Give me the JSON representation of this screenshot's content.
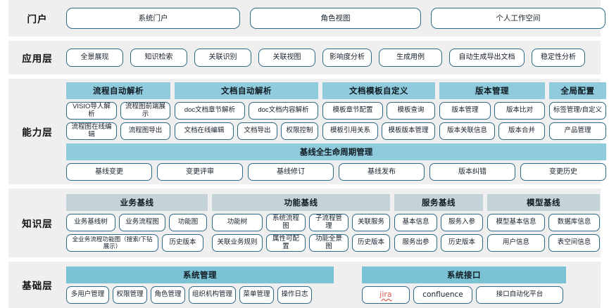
{
  "colors": {
    "band_bg": "#efefef",
    "accent_cyan": "#8fcadd",
    "accent_gray_blue": "#c3d3d8",
    "pill_border": "#2f6b86",
    "jira_red": "#d8584a"
  },
  "layers": {
    "portal": {
      "label": "门户",
      "items": [
        "系统门户",
        "角色视图",
        "个人工作空间"
      ]
    },
    "application": {
      "label": "应用层",
      "items": [
        "全景展现",
        "知识检索",
        "关联识别",
        "关联视图",
        "影响度分析",
        "生成用例",
        "自动生成导出文档",
        "稳定性分析"
      ]
    },
    "capability": {
      "label": "能力层",
      "groups": [
        {
          "title": "流程自动解析",
          "rows": [
            [
              "VISIO导人解析",
              "流程图前端展示"
            ],
            [
              "流程图在线编辑",
              "流程图导出"
            ]
          ]
        },
        {
          "title": "文档自动解析",
          "rows": [
            [
              "doc文档章节解析",
              "doc文档内容解析"
            ],
            [
              "文档在线编辑",
              "文档导出",
              "权限控制"
            ]
          ]
        },
        {
          "title": "文档模板自定义",
          "rows": [
            [
              "模板章节配置",
              "模板查询"
            ],
            [
              "模板引用关系",
              "模板版本管理"
            ]
          ]
        },
        {
          "title": "版本管理",
          "rows": [
            [
              "版本管理",
              "版本比对"
            ],
            [
              "版本关联信息",
              "版本合并"
            ]
          ]
        },
        {
          "title": "全局配置",
          "rows": [
            [
              "标签管理/自定义"
            ],
            [
              "产品管理"
            ]
          ]
        }
      ],
      "baseline": {
        "title": "基线全生命周期管理",
        "items": [
          "基线变更",
          "变更评审",
          "基线修订",
          "基线发布",
          "版本纠错",
          "变更历史"
        ]
      }
    },
    "knowledge": {
      "label": "知识层",
      "groups": [
        {
          "title": "业务基线",
          "rows": [
            [
              "业务基线树",
              "业务流程图",
              "功能图"
            ],
            [
              "全业务流程功能图（搜索/下钻展示）",
              "历史版本"
            ]
          ]
        },
        {
          "title": "功能基线",
          "rows": [
            [
              "功能树",
              "系统流程图",
              "子流程管理",
              "关联服务"
            ],
            [
              "关联业务规则",
              "属性可配置",
              "功能全景图",
              "历史版本"
            ]
          ]
        },
        {
          "title": "服务基线",
          "rows": [
            [
              "基本信息",
              "服务入参"
            ],
            [
              "服务出参",
              "历史版本"
            ]
          ]
        },
        {
          "title": "模型基线",
          "rows": [
            [
              "模型基本信息",
              "数据库信息"
            ],
            [
              "用户信息",
              "表空间信息"
            ]
          ]
        }
      ]
    },
    "infrastructure": {
      "label": "基础层",
      "groups": [
        {
          "title": "系统管理",
          "rows": [
            [
              "多用户管理",
              "权限管理",
              "角色管理",
              "组织机构管理",
              "菜单管理",
              "操作日志"
            ]
          ]
        },
        {
          "title": "系统接口",
          "rows": [
            [
              "jira",
              "confluence",
              "接口自动化平台"
            ]
          ]
        }
      ]
    }
  }
}
